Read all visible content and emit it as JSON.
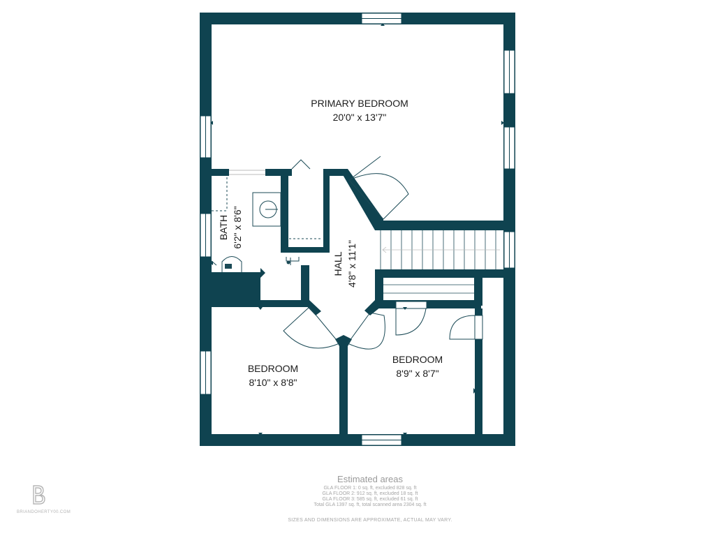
{
  "rooms": {
    "primary": {
      "name": "PRIMARY BEDROOM",
      "dims": "20'0\" x 13'7\""
    },
    "bath": {
      "name": "BATH",
      "dims": "6'2\" x 8'6\""
    },
    "hall": {
      "name": "HALL",
      "dims": "4'8\" x 11'1\""
    },
    "bedroom_left": {
      "name": "BEDROOM",
      "dims": "8'10\" x 8'8\""
    },
    "bedroom_right": {
      "name": "BEDROOM",
      "dims": "8'9\" x 8'7\""
    }
  },
  "areas": {
    "title": "Estimated areas",
    "lines": [
      "GLA FLOOR 1: 0 sq. ft, excluded 828 sq. ft",
      "GLA FLOOR 2: 912 sq. ft, excluded 18 sq. ft",
      "GLA FLOOR 3: 585 sq. ft, excluded 61 sq. ft",
      "Total GLA 1397 sq. ft, total scanned area 2304 sq. ft"
    ]
  },
  "disclaimer": "SIZES AND DIMENSIONS ARE APPROXIMATE, ACTUAL MAY VARY.",
  "brand": {
    "url": "BRIANDOHERTY00.COM"
  },
  "colors": {
    "wall": "#0f4350",
    "window": "#ffffff",
    "fixture": "#1b4a56",
    "text": "#1b1b1b",
    "footer": "#a5a5a5"
  }
}
